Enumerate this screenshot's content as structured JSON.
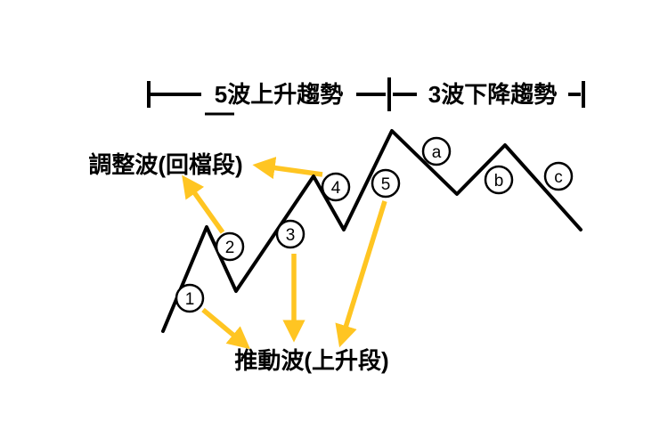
{
  "brackets": {
    "up": {
      "label": "5波上升趨勢"
    },
    "down": {
      "label": "3波下降趨勢"
    }
  },
  "annotations": {
    "corrective": "調整波(回檔段)",
    "impulse": "推動波(上升段)"
  },
  "waves": [
    {
      "label": "1"
    },
    {
      "label": "2"
    },
    {
      "label": "3"
    },
    {
      "label": "4"
    },
    {
      "label": "5"
    },
    {
      "label": "a"
    },
    {
      "label": "b"
    },
    {
      "label": "c"
    }
  ],
  "colors": {
    "line": "#000000",
    "arrow": "#FFC522"
  }
}
